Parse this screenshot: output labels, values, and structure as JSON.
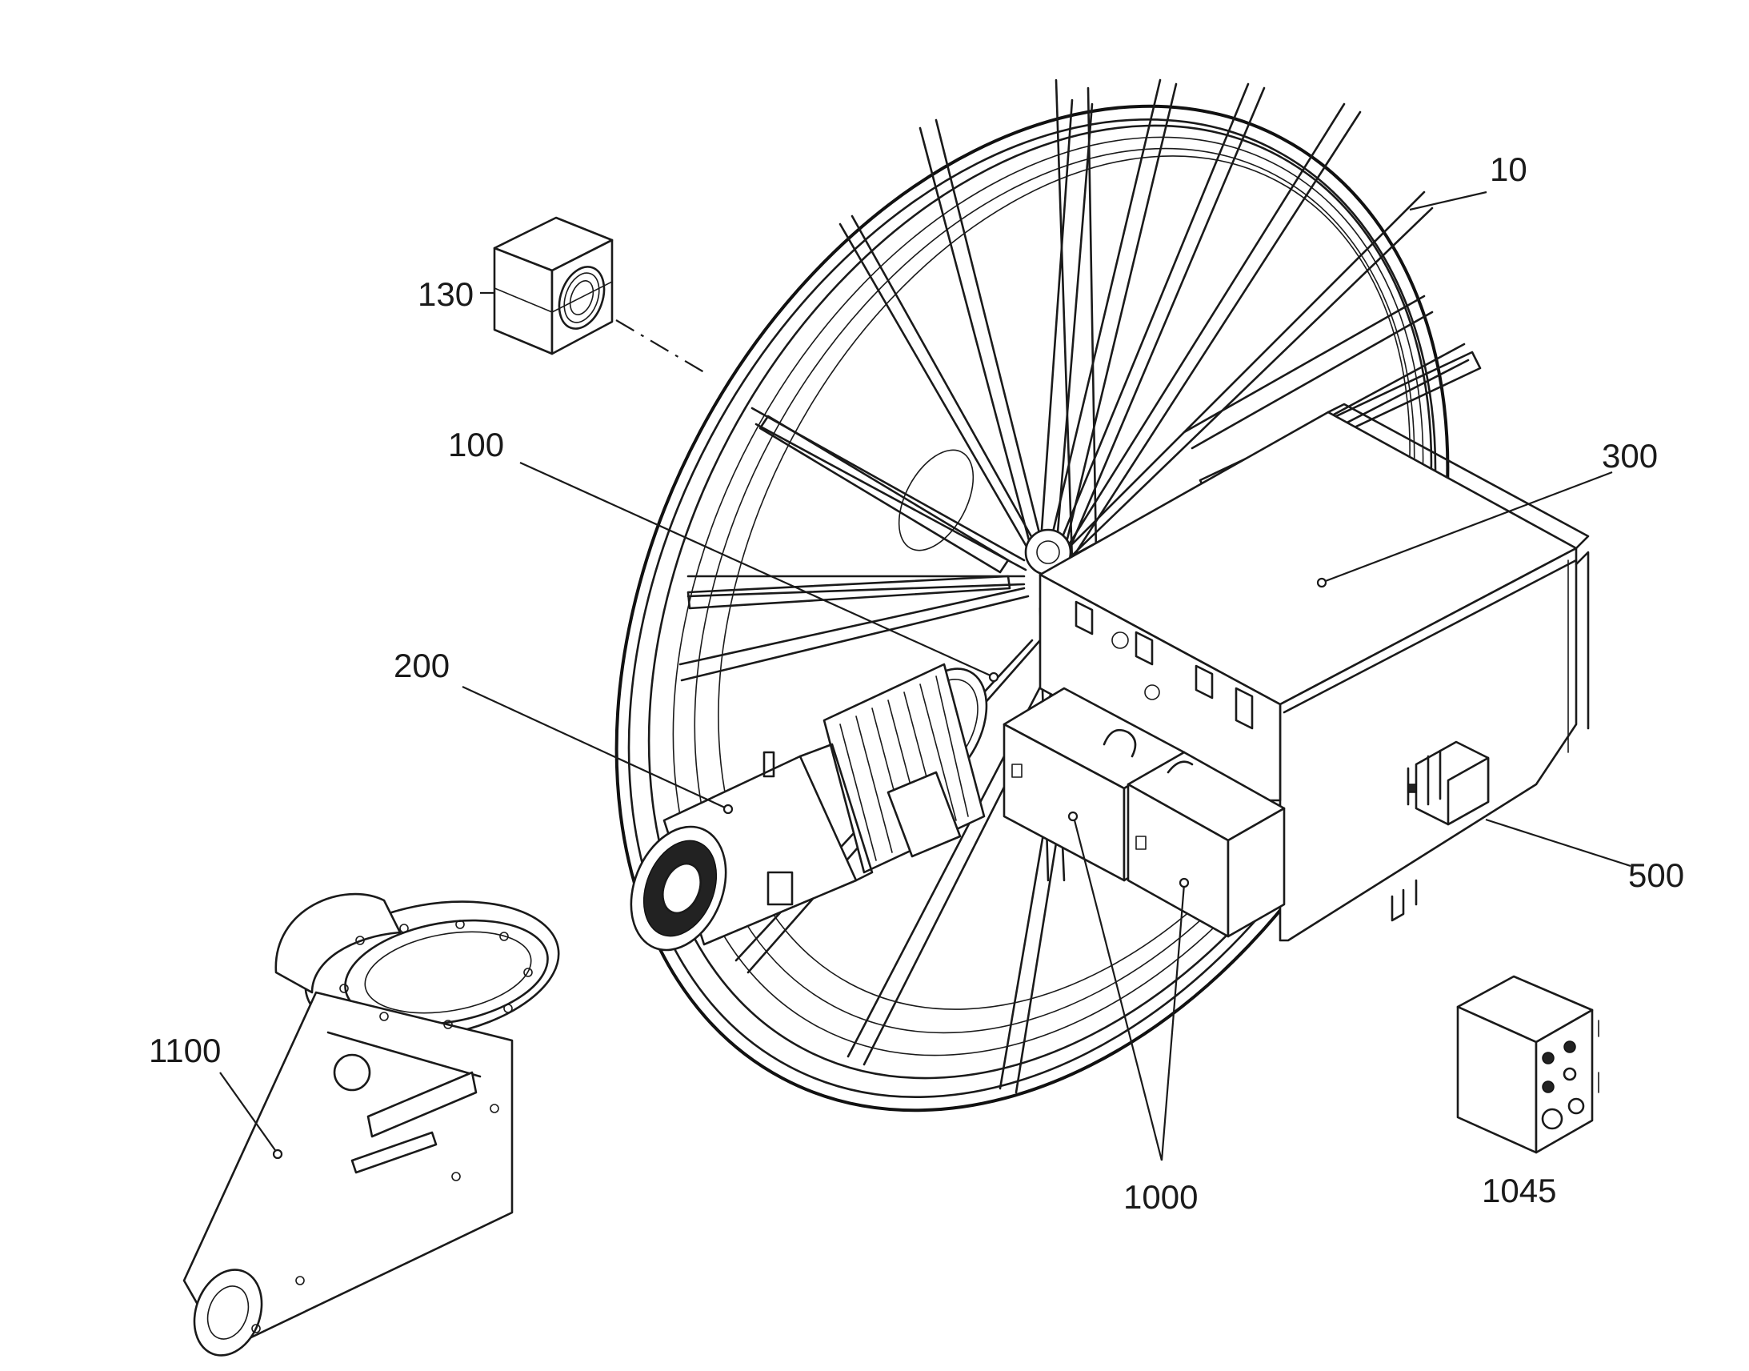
{
  "labels": {
    "reel": "10",
    "bearing": "130",
    "hub": "100",
    "motor": "200",
    "gearbox_housing": "300",
    "connector": "500",
    "boxes": "1000",
    "pendant": "1045",
    "bracket": "1100"
  }
}
